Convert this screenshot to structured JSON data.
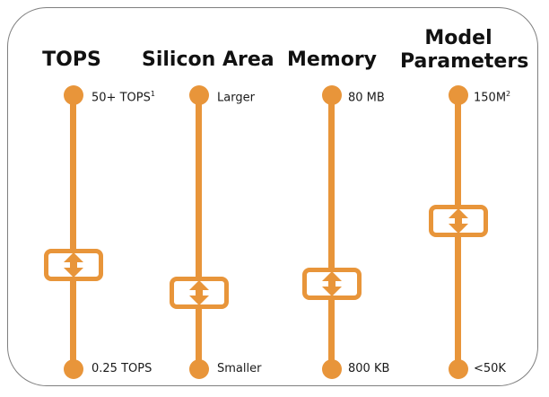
{
  "colors": {
    "accent": "#e8953a",
    "border": "#7f7f7f",
    "text": "#111111"
  },
  "sliders": [
    {
      "title": "TOPS",
      "top_label": "50+ TOPS",
      "top_sup": "1",
      "bottom_label": "0.25 TOPS",
      "handle_level": 0.38,
      "handle_icon": "up-down-arrow-icon"
    },
    {
      "title": "Silicon Area",
      "top_label": "Larger",
      "top_sup": "",
      "bottom_label": "Smaller",
      "handle_level": 0.28,
      "handle_icon": "up-down-arrow-icon"
    },
    {
      "title": "Memory",
      "top_label": "80 MB",
      "top_sup": "",
      "bottom_label": "800 KB",
      "handle_level": 0.31,
      "handle_icon": "up-down-arrow-icon"
    },
    {
      "title_line1": "Model",
      "title_line2": "Parameters",
      "top_label": "150M",
      "top_sup": "2",
      "bottom_label": "<50K",
      "handle_level": 0.54,
      "handle_icon": "up-down-arrow-icon"
    }
  ]
}
